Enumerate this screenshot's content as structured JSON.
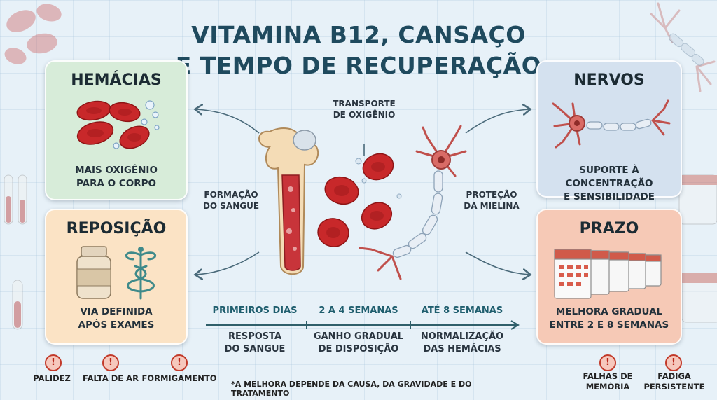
{
  "title": {
    "line1": "VITAMINA B12, CANSAÇO",
    "line2": "E TEMPO DE RECUPERAÇÃO"
  },
  "cards": {
    "hemacias": {
      "title": "HEMÁCIAS",
      "lines": [
        "MAIS OXIGÊNIO",
        "PARA O CORPO"
      ]
    },
    "nervos": {
      "title": "NERVOS",
      "lines": [
        "SUPORTE À CONCENTRAÇÃO",
        "E SENSIBILIDADE"
      ]
    },
    "reposicao": {
      "title": "REPOSIÇÃO",
      "lines": [
        "VIA DEFINIDA",
        "APÓS EXAMES"
      ]
    },
    "prazo": {
      "title": "PRAZO",
      "lines": [
        "MELHORA GRADUAL",
        "ENTRE 2 E 8 SEMANAS"
      ]
    }
  },
  "center_labels": {
    "transporte": [
      "TRANSPORTE",
      "DE OXIGÊNIO"
    ],
    "formacao": [
      "FORMAÇÃO",
      "DO SANGUE"
    ],
    "protecao": [
      "PROTEÇÃO",
      "DA MIELINA"
    ]
  },
  "timeline": [
    {
      "head": "PRIMEIROS DIAS",
      "lines": [
        "RESPOSTA",
        "DO SANGUE"
      ]
    },
    {
      "head": "2 A 4 SEMANAS",
      "lines": [
        "GANHO GRADUAL",
        "DE DISPOSIÇÃO"
      ]
    },
    {
      "head": "ATÉ 8 SEMANAS",
      "lines": [
        "NORMALIZAÇÃO",
        "DAS HEMÁCIAS"
      ]
    }
  ],
  "symptoms_left": [
    {
      "icon": "!",
      "lines": [
        "PALIDEZ"
      ]
    },
    {
      "icon": "!",
      "lines": [
        "FALTA DE AR"
      ]
    },
    {
      "icon": "!",
      "lines": [
        "FORMIGAMENTO"
      ]
    }
  ],
  "symptoms_right": [
    {
      "icon": "!",
      "lines": [
        "FALHAS DE",
        "MEMÓRIA"
      ]
    },
    {
      "icon": "!",
      "lines": [
        "FADIGA",
        "PERSISTENTE"
      ]
    }
  ],
  "footnote": "*A MELHORA DEPENDE DA CAUSA, DA GRAVIDADE E DO TRATAMENTO",
  "colors": {
    "hemacias_card": "#d7ecd9",
    "nervos_card": "#d4e1ef",
    "reposicao_card": "#fbe3c5",
    "prazo_card": "#f6c9b6",
    "blood_red": "#c8282a",
    "title": "#1f4a5e"
  },
  "icons": {
    "hemacias": "red-blood-cells-icon",
    "nervos": "neuron-icon",
    "reposicao_pill": "pill-bottle-icon",
    "reposicao_caduceus": "caduceus-icon",
    "prazo": "calendars-icon",
    "center_bone": "bone-marrow-icon",
    "center_cells": "red-blood-cells-icon",
    "center_neuron": "neuron-icon",
    "warning": "warning-icon"
  }
}
